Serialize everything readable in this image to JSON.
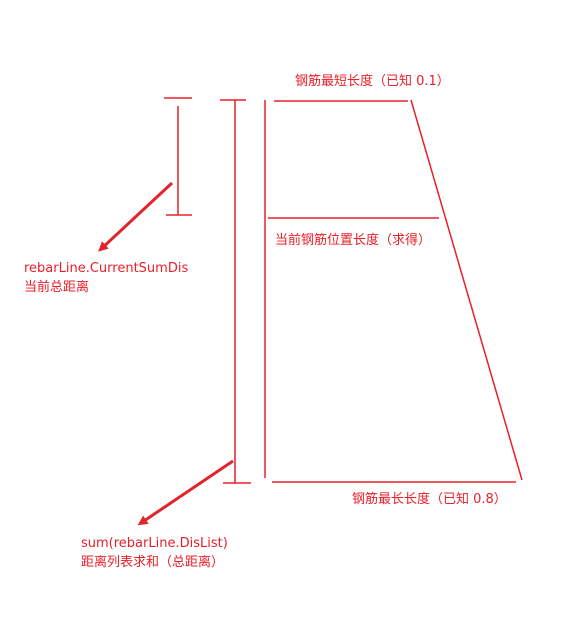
{
  "labels": {
    "shortest_length": "钢筋最短长度（已知 0.1）",
    "current_length": "当前钢筋位置长度（求得）",
    "longest_length": "钢筋最长长度（已知 0.8）",
    "current_sum_code": "rebarLine.CurrentSumDis",
    "current_sum_desc": "当前总距离",
    "dislist_code": "sum(rebarLine.DisList)",
    "dislist_desc": "距离列表求和（总距离）"
  },
  "colors": {
    "line": "#e8202a",
    "arrow": "#e0262c",
    "text": "#e8202a"
  }
}
